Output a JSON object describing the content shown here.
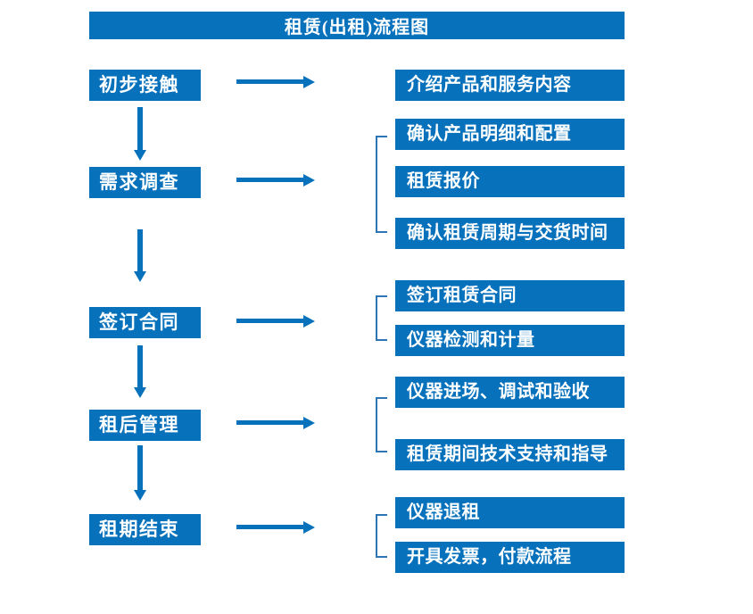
{
  "title": "租赁(出租)流程图",
  "colors": {
    "box_blue": "#0771bc",
    "bracket_blue": "#2e75b6",
    "text_white": "#ffffff",
    "bg": "#ffffff"
  },
  "flow": {
    "steps": [
      {
        "label": "初步接触",
        "details": [
          "介绍产品和服务内容"
        ],
        "bracket": false
      },
      {
        "label": "需求调查",
        "details": [
          "确认产品明细和配置",
          "租赁报价",
          "确认租赁周期与交货时间"
        ],
        "bracket": true
      },
      {
        "label": "签订合同",
        "details": [
          "签订租赁合同",
          "仪器检测和计量"
        ],
        "bracket": true
      },
      {
        "label": "租后管理",
        "details": [
          "仪器进场、调试和验收",
          "租赁期间技术支持和指导"
        ],
        "bracket": true
      },
      {
        "label": "租期结束",
        "details": [
          "仪器退租",
          "开具发票，付款流程"
        ],
        "bracket": true
      }
    ]
  }
}
